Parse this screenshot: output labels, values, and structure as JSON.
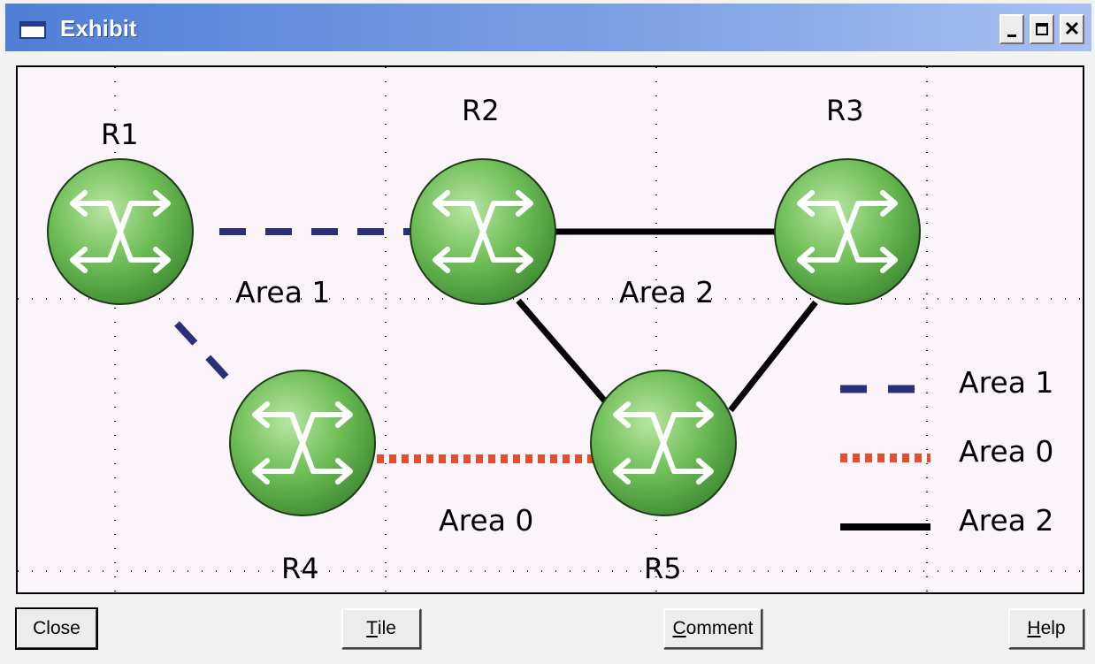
{
  "window": {
    "title": "Exhibit"
  },
  "diagram": {
    "routers": [
      {
        "id": "R1",
        "label": "R1"
      },
      {
        "id": "R2",
        "label": "R2"
      },
      {
        "id": "R3",
        "label": "R3"
      },
      {
        "id": "R4",
        "label": "R4"
      },
      {
        "id": "R5",
        "label": "R5"
      }
    ],
    "links": [
      {
        "from": "R1",
        "to": "R2",
        "area": "Area 1"
      },
      {
        "from": "R1",
        "to": "R4",
        "area": "Area 1"
      },
      {
        "from": "R4",
        "to": "R5",
        "area": "Area 0"
      },
      {
        "from": "R2",
        "to": "R3",
        "area": "Area 2"
      },
      {
        "from": "R2",
        "to": "R5",
        "area": "Area 2"
      },
      {
        "from": "R3",
        "to": "R5",
        "area": "Area 2"
      }
    ],
    "area_labels": {
      "area1": "Area 1",
      "area2": "Area 2",
      "area0": "Area 0"
    },
    "legend": [
      {
        "label": "Area 1",
        "style": "dashed",
        "color": "#2b2f7a"
      },
      {
        "label": "Area 0",
        "style": "dotted",
        "color": "#e0502a"
      },
      {
        "label": "Area 2",
        "style": "solid",
        "color": "#000000"
      }
    ],
    "colors": {
      "router_fill": "#5fb04a",
      "router_highlight": "#b8e6a2",
      "background": "#fcf4fb"
    }
  },
  "buttons": {
    "close": {
      "label": "Close"
    },
    "tile": {
      "mnemonic": "T",
      "rest": "ile"
    },
    "comment": {
      "mnemonic": "C",
      "rest": "omment"
    },
    "help": {
      "mnemonic": "H",
      "rest": "elp"
    }
  }
}
